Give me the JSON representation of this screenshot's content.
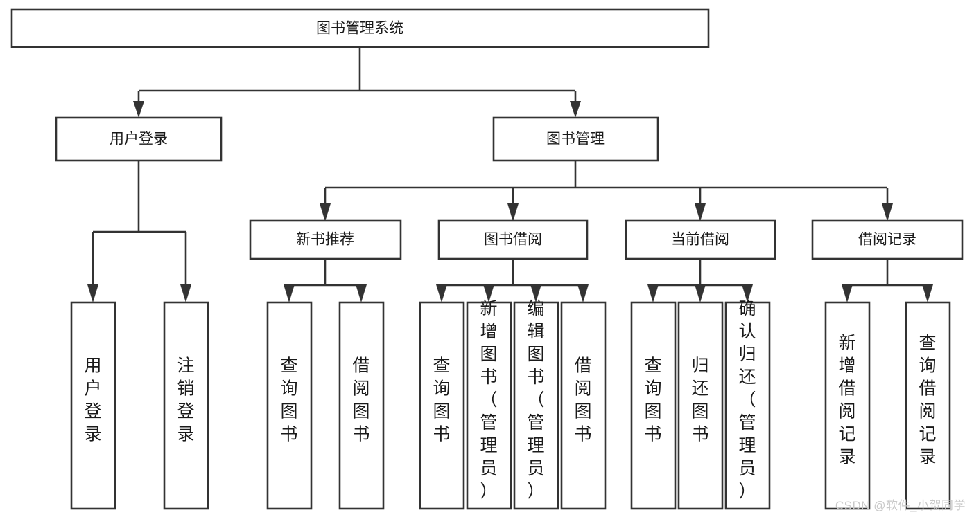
{
  "diagram": {
    "type": "tree",
    "title": "图书管理系统",
    "root": {
      "id": "root",
      "label": "图书管理系统",
      "orientation": "horizontal"
    },
    "level1": [
      {
        "id": "user-login",
        "label": "用户登录",
        "orientation": "horizontal"
      },
      {
        "id": "book-manage",
        "label": "图书管理",
        "orientation": "horizontal"
      }
    ],
    "level2": [
      {
        "id": "new-book-recommend",
        "label": "新书推荐",
        "parent": "book-manage",
        "orientation": "horizontal"
      },
      {
        "id": "book-borrow",
        "label": "图书借阅",
        "parent": "book-manage",
        "orientation": "horizontal"
      },
      {
        "id": "current-borrow",
        "label": "当前借阅",
        "parent": "book-manage",
        "orientation": "horizontal"
      },
      {
        "id": "borrow-record",
        "label": "借阅记录",
        "parent": "book-manage",
        "orientation": "horizontal"
      }
    ],
    "leaves": [
      {
        "id": "leaf-user-login",
        "label": "用户登录",
        "parent": "user-login",
        "orientation": "vertical"
      },
      {
        "id": "leaf-user-logout",
        "label": "注销登录",
        "parent": "user-login",
        "orientation": "vertical"
      },
      {
        "id": "leaf-query-book-1",
        "label": "查询图书",
        "parent": "new-book-recommend",
        "orientation": "vertical"
      },
      {
        "id": "leaf-borrow-book-1",
        "label": "借阅图书",
        "parent": "new-book-recommend",
        "orientation": "vertical"
      },
      {
        "id": "leaf-query-book-2",
        "label": "查询图书",
        "parent": "book-borrow",
        "orientation": "vertical"
      },
      {
        "id": "leaf-add-book",
        "label": "新增图书（管理员）",
        "parent": "book-borrow",
        "orientation": "vertical"
      },
      {
        "id": "leaf-edit-book",
        "label": "编辑图书（管理员）",
        "parent": "book-borrow",
        "orientation": "vertical"
      },
      {
        "id": "leaf-borrow-book-2",
        "label": "借阅图书",
        "parent": "book-borrow",
        "orientation": "vertical"
      },
      {
        "id": "leaf-query-book-3",
        "label": "查询图书",
        "parent": "current-borrow",
        "orientation": "vertical"
      },
      {
        "id": "leaf-return-book",
        "label": "归还图书",
        "parent": "current-borrow",
        "orientation": "vertical"
      },
      {
        "id": "leaf-confirm-return",
        "label": "确认归还（管理员）",
        "parent": "current-borrow",
        "orientation": "vertical"
      },
      {
        "id": "leaf-add-record",
        "label": "新增借阅记录",
        "parent": "borrow-record",
        "orientation": "vertical"
      },
      {
        "id": "leaf-query-record",
        "label": "查询借阅记录",
        "parent": "borrow-record",
        "orientation": "vertical"
      }
    ],
    "colors": {
      "box_fill": "#ffffff",
      "box_stroke": "#333333",
      "text": "#1a1a1a",
      "background": "#ffffff",
      "watermark": "#c8c8c8"
    }
  },
  "watermark": {
    "text": "CSDN @软件_小贺同学"
  }
}
